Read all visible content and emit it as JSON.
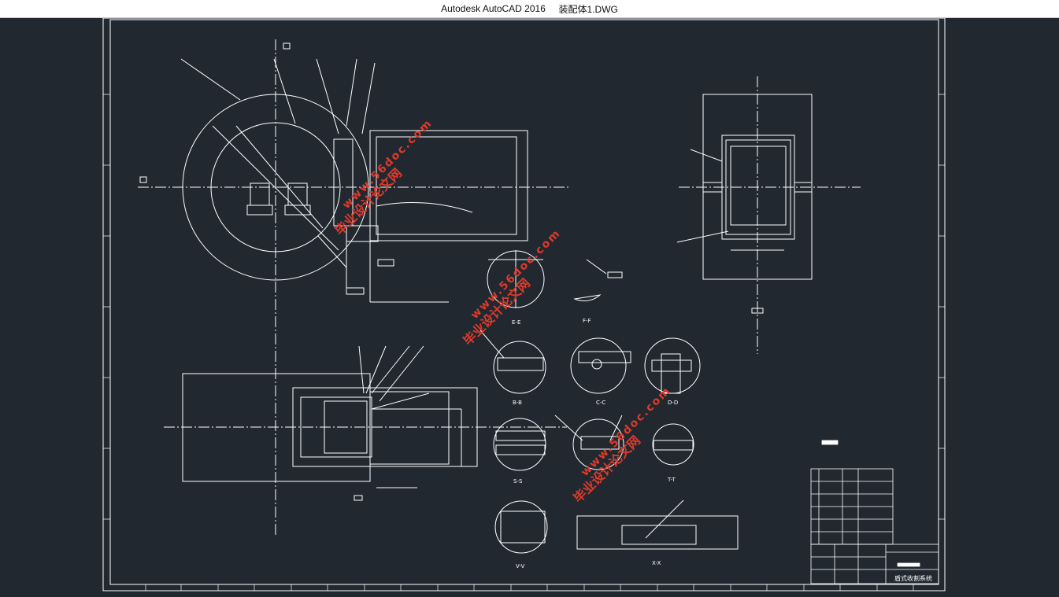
{
  "window": {
    "app_name": "Autodesk AutoCAD 2016",
    "file_name": "装配体1.DWG"
  },
  "drawing": {
    "background_color": "#212830",
    "line_color": "#ffffff",
    "watermark_color": "#e03a2a",
    "watermarks": [
      {
        "text_cn": "毕业设计论文网",
        "text_url": "www.56doc.com"
      },
      {
        "text_cn": "毕业设计论文网",
        "text_url": "www.56doc.com"
      },
      {
        "text_cn": "毕业设计论文网",
        "text_url": "www.56doc.com"
      }
    ],
    "section_labels": {
      "b_b": "B-B",
      "c_c": "C-C",
      "d_d": "D-D",
      "e_e": "E-E",
      "s_s": "S-S",
      "t_t": "T-T",
      "v_v": "V-V",
      "x_x": "X-X",
      "f_f": "F-F"
    },
    "title_block": {
      "drawing_name": "盾式收割系统"
    }
  }
}
